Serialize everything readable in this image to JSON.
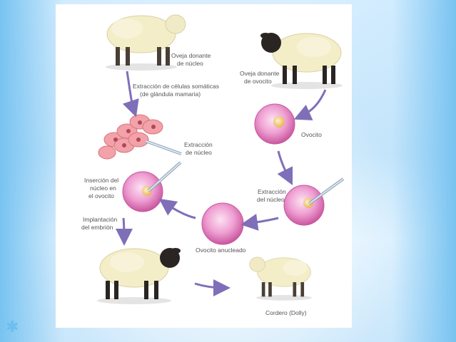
{
  "diagram": {
    "labels": {
      "nucleus_donor": [
        "Oveja donante",
        "de núcleo"
      ],
      "somatic_extraction": [
        "Extracción de células somáticas",
        "(de glándula mamaria)"
      ],
      "oocyte_donor": [
        "Oveja donante",
        "de ovocito"
      ],
      "oocyte": [
        "Ovocito"
      ],
      "nucleus_extraction_left": [
        "Extracción",
        "de núcleo"
      ],
      "insertion": [
        "Inserción del",
        "núcleo en",
        "el ovocito"
      ],
      "nucleus_extraction_right": [
        "Extracción",
        "del núcleo"
      ],
      "implantation": [
        "Implantación",
        "del embrión"
      ],
      "enucleated": [
        "Ovocito anucleado"
      ],
      "lamb": [
        "Cordero (Dolly)"
      ]
    },
    "colors": {
      "arrow": "#7f6fb8",
      "cell_pink": "#e58bc4",
      "cell_pink_light": "#f7c9e6",
      "mammary_cells": "#f2a2a8",
      "wool": "#f4eec8",
      "sheep_dark": "#2a2522"
    }
  },
  "icons": {
    "bullet": "star-bullet-icon"
  }
}
